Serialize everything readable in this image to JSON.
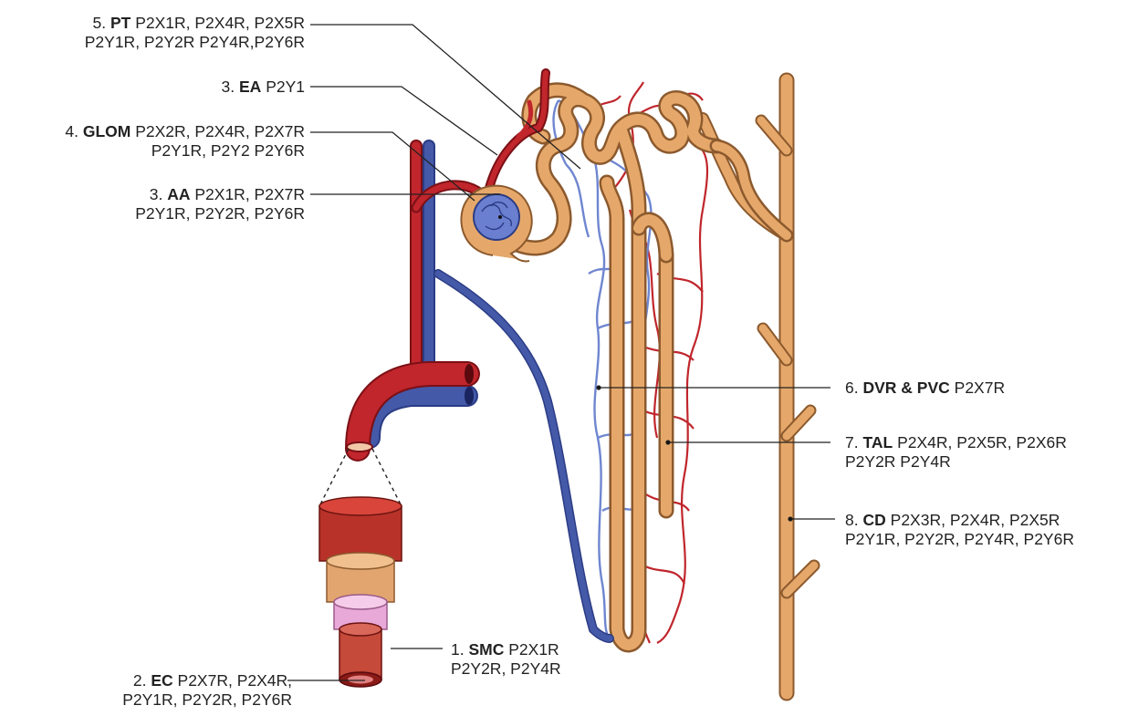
{
  "colors": {
    "artery": "#c0262c",
    "artery_dark": "#8d1519",
    "vein": "#4459a8",
    "vein_light": "#7b8fd0",
    "tubule": "#e6a86a",
    "tubule_dark": "#8c5a2e",
    "glom": "#6b7fd0",
    "smc": "#e8a8d8",
    "leader": "#222222"
  },
  "labels": {
    "pt": {
      "num": "5.",
      "name": "PT",
      "rest": "P2X1R, P2X4R, P2X5R",
      "line2": "P2Y1R, P2Y2R P2Y4R,P2Y6R"
    },
    "ea": {
      "num": "3.",
      "name": "EA",
      "rest": "P2Y1"
    },
    "glom": {
      "num": "4.",
      "name": "GLOM",
      "rest": "P2X2R, P2X4R, P2X7R",
      "line2": "P2Y1R, P2Y2 P2Y6R"
    },
    "aa": {
      "num": "3.",
      "name": "AA",
      "rest": "P2X1R, P2X7R",
      "line2": "P2Y1R, P2Y2R, P2Y6R"
    },
    "smc": {
      "num": "1.",
      "name": "SMC",
      "rest": "P2X1R",
      "line2": "P2Y2R, P2Y4R"
    },
    "ec": {
      "num": "2.",
      "name": "EC",
      "rest": "P2X7R, P2X4R,",
      "line2": "P2Y1R, P2Y2R, P2Y6R"
    },
    "dvr": {
      "num": "6.",
      "name": "DVR & PVC",
      "rest": "P2X7R"
    },
    "tal": {
      "num": "7.",
      "name": "TAL",
      "rest": "P2X4R, P2X5R, P2X6R",
      "line2": "P2Y2R P2Y4R"
    },
    "cd": {
      "num": "8.",
      "name": "CD",
      "rest": "P2X3R, P2X4R, P2X5R",
      "line2": "P2Y1R, P2Y2R, P2Y4R, P2Y6R"
    }
  }
}
